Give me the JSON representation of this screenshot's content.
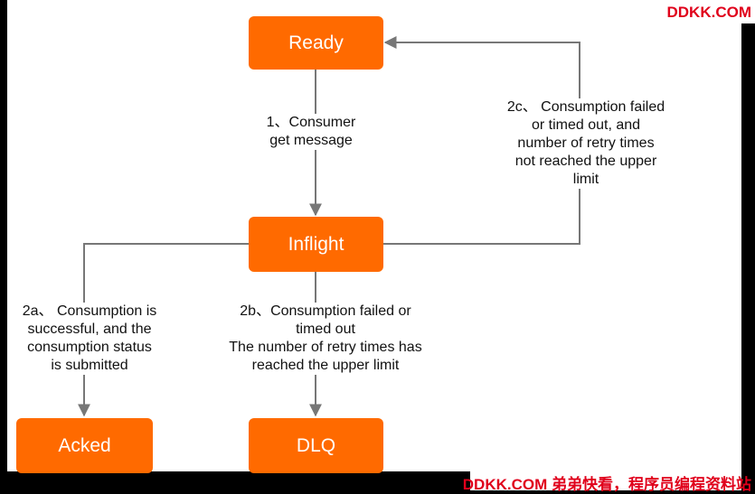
{
  "states": {
    "ready": "Ready",
    "inflight": "Inflight",
    "acked": "Acked",
    "dlq": "DLQ"
  },
  "transitions": {
    "t1": [
      "1、Consumer",
      "get message"
    ],
    "t2a": [
      "2a、 Consumption is",
      "successful, and the",
      "consumption status",
      "is submitted"
    ],
    "t2b": [
      "2b、Consumption failed or",
      "timed out",
      "The number of retry times has",
      "reached the upper limit"
    ],
    "t2c": [
      "2c、 Consumption failed",
      "or timed out, and",
      "number of retry times",
      "not reached the upper",
      "limit"
    ]
  },
  "watermarks": {
    "top": "DDKK.COM",
    "bottom": "DDKK.COM 弟弟快看，程序员编程资料站"
  },
  "colors": {
    "box_fill": "#ff6a00",
    "connector": "#777777",
    "watermark": "#e0001b"
  }
}
